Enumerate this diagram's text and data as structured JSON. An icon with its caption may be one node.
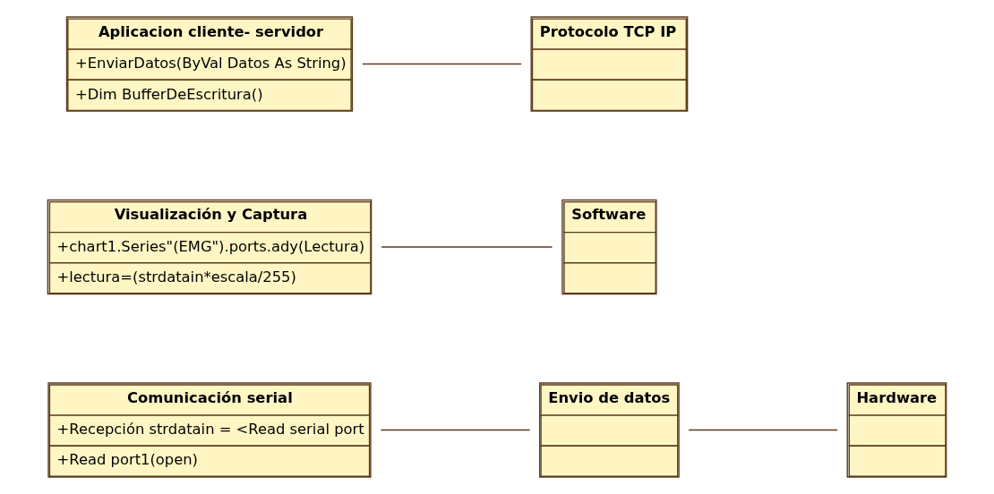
{
  "diagram": {
    "nodes": [
      {
        "text": [
          "Comunicación serial",
          "+Recepción strdatain = <Read serial port",
          "+Read port1(open)"
        ]
      },
      {
        "text": [
          "Envio de datos"
        ]
      },
      {
        "text": [
          "Hardware"
        ]
      },
      {
        "text": [
          "Visualización y Captura",
          "+chart1.Series\"(EMG\").ports.ady(Lectura)",
          "+lectura=(strdatain*escala/255)"
        ]
      },
      {
        "text": [
          "Software"
        ]
      },
      {
        "text": [
          "Aplicacion cliente- servidor",
          "+EnviarDatos(ByVal Datos As String)",
          "+Dim BufferDeEscritura()"
        ]
      },
      {
        "text": [
          "Protocolo TCP IP"
        ]
      }
    ],
    "edges": [
      {
        "from": 0,
        "to": 1,
        "arrow": "none"
      },
      {
        "from": 1,
        "to": 2,
        "arrow": "none"
      },
      {
        "from": 3,
        "to": 4,
        "arrow": "none"
      },
      {
        "from": 5,
        "to": 6,
        "arrow": "none"
      }
    ]
  }
}
